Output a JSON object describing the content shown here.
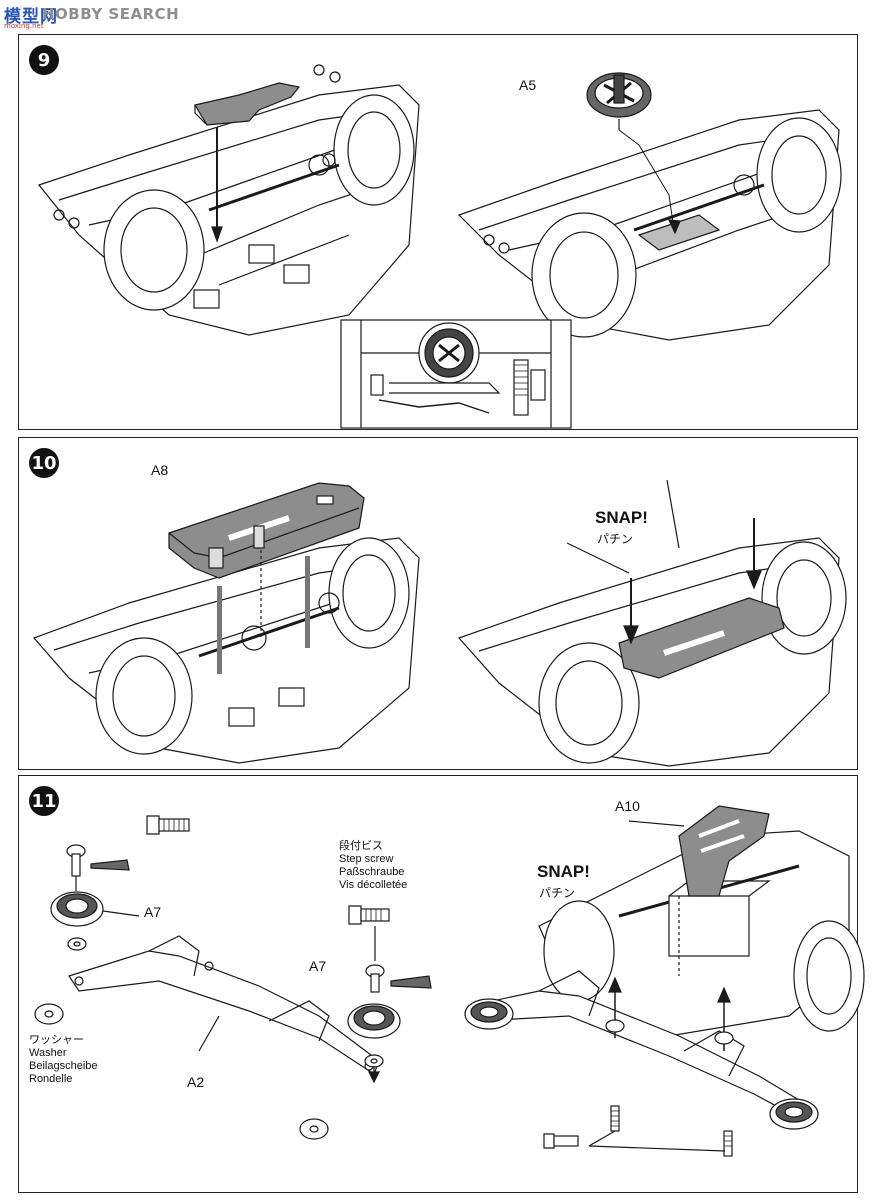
{
  "watermark": {
    "brand_cn": "模型网",
    "brand_en": "HOBBY SEARCH",
    "url": "moxing.net"
  },
  "steps": [
    {
      "number": "9",
      "labels": {
        "part": "A5"
      }
    },
    {
      "number": "10",
      "labels": {
        "part": "A8",
        "snap": "SNAP!",
        "snap_jp": "パチン"
      }
    },
    {
      "number": "11",
      "labels": {
        "a10": "A10",
        "snap": "SNAP!",
        "snap_jp": "パチン",
        "a7_left": "A7",
        "a7_mid": "A7",
        "a2": "A2",
        "step_screw": [
          "段付ビス",
          "Step screw",
          "Paßschraube",
          "Vis décolletée"
        ],
        "washer": [
          "ワッシャー",
          "Washer",
          "Beilagscheibe",
          "Rondelle"
        ]
      }
    }
  ],
  "colors": {
    "part_gray": "#8d8d8d",
    "line": "#1a1a1a",
    "badge": "#111111",
    "watermark_blue": "#2a56b8",
    "watermark_gray": "#8f8f8f"
  }
}
